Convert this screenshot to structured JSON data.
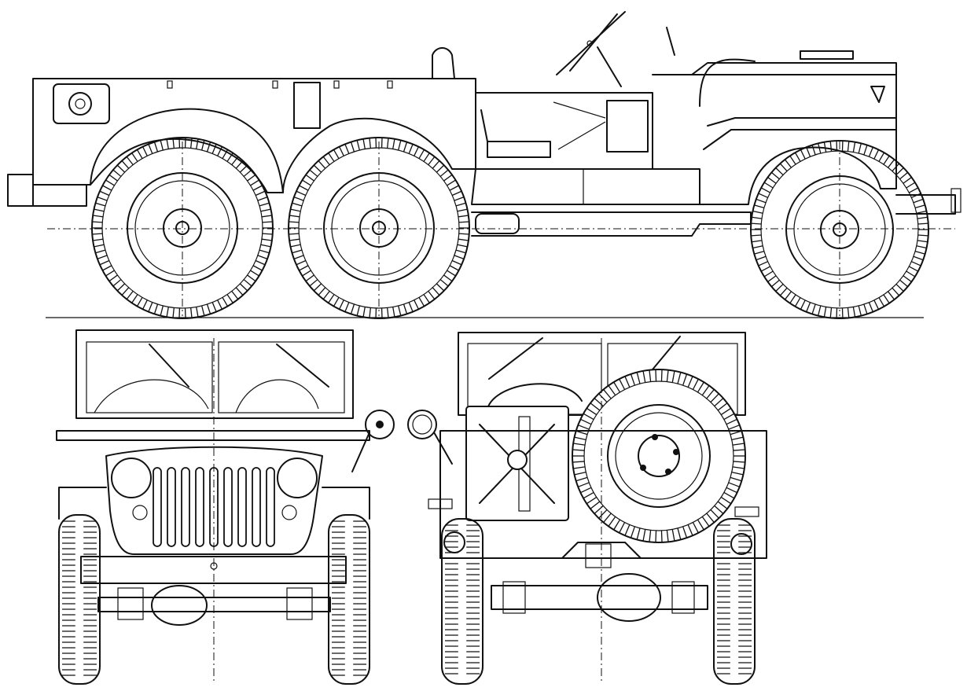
{
  "drawing": {
    "subject": "six-wheel jeep",
    "views": [
      "side-view",
      "front-view",
      "rear-view"
    ],
    "line_color": "#111111",
    "background": "#ffffff"
  }
}
